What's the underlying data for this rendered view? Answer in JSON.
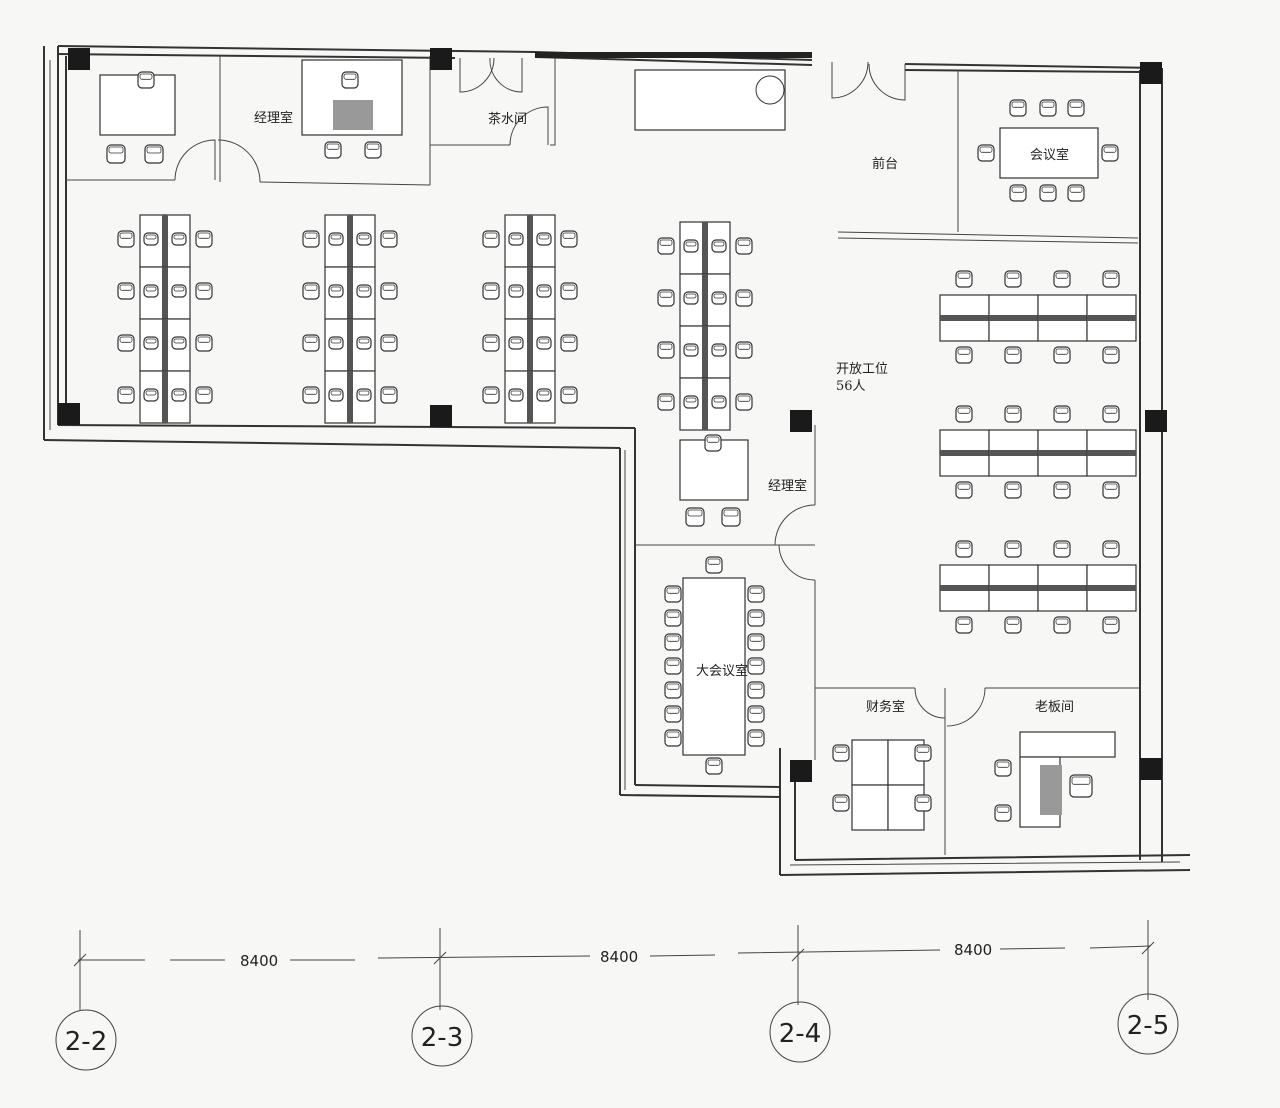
{
  "rooms": {
    "manager_office_1": "经理室",
    "tea_room": "茶水间",
    "reception": "前台",
    "meeting_room": "会议室",
    "open_workspace": "开放工位",
    "open_workspace_capacity": "56人",
    "manager_office_2": "经理室",
    "large_meeting_room": "大会议室",
    "finance_room": "财务室",
    "boss_office": "老板间"
  },
  "dimensions": [
    "8400",
    "8400",
    "8400"
  ],
  "axes": [
    "2-2",
    "2-3",
    "2-4",
    "2-5"
  ],
  "colors": {
    "line": "#333333",
    "column": "#1a1a1a",
    "background": "#f7f7f5"
  }
}
